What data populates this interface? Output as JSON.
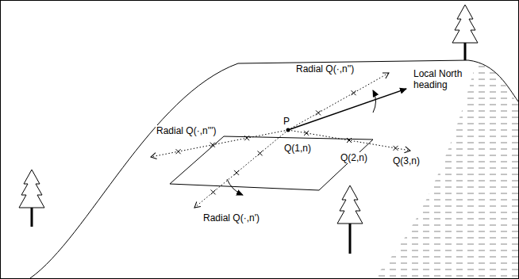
{
  "diagram": {
    "labels": [
      "Radial Q(·,n'')",
      "Local North heading",
      "Radial Q(·,n''')",
      "P",
      "Q(1,n)",
      "Q(2,n)",
      "Q(3,n)",
      "Radial Q(·,n')"
    ]
  }
}
